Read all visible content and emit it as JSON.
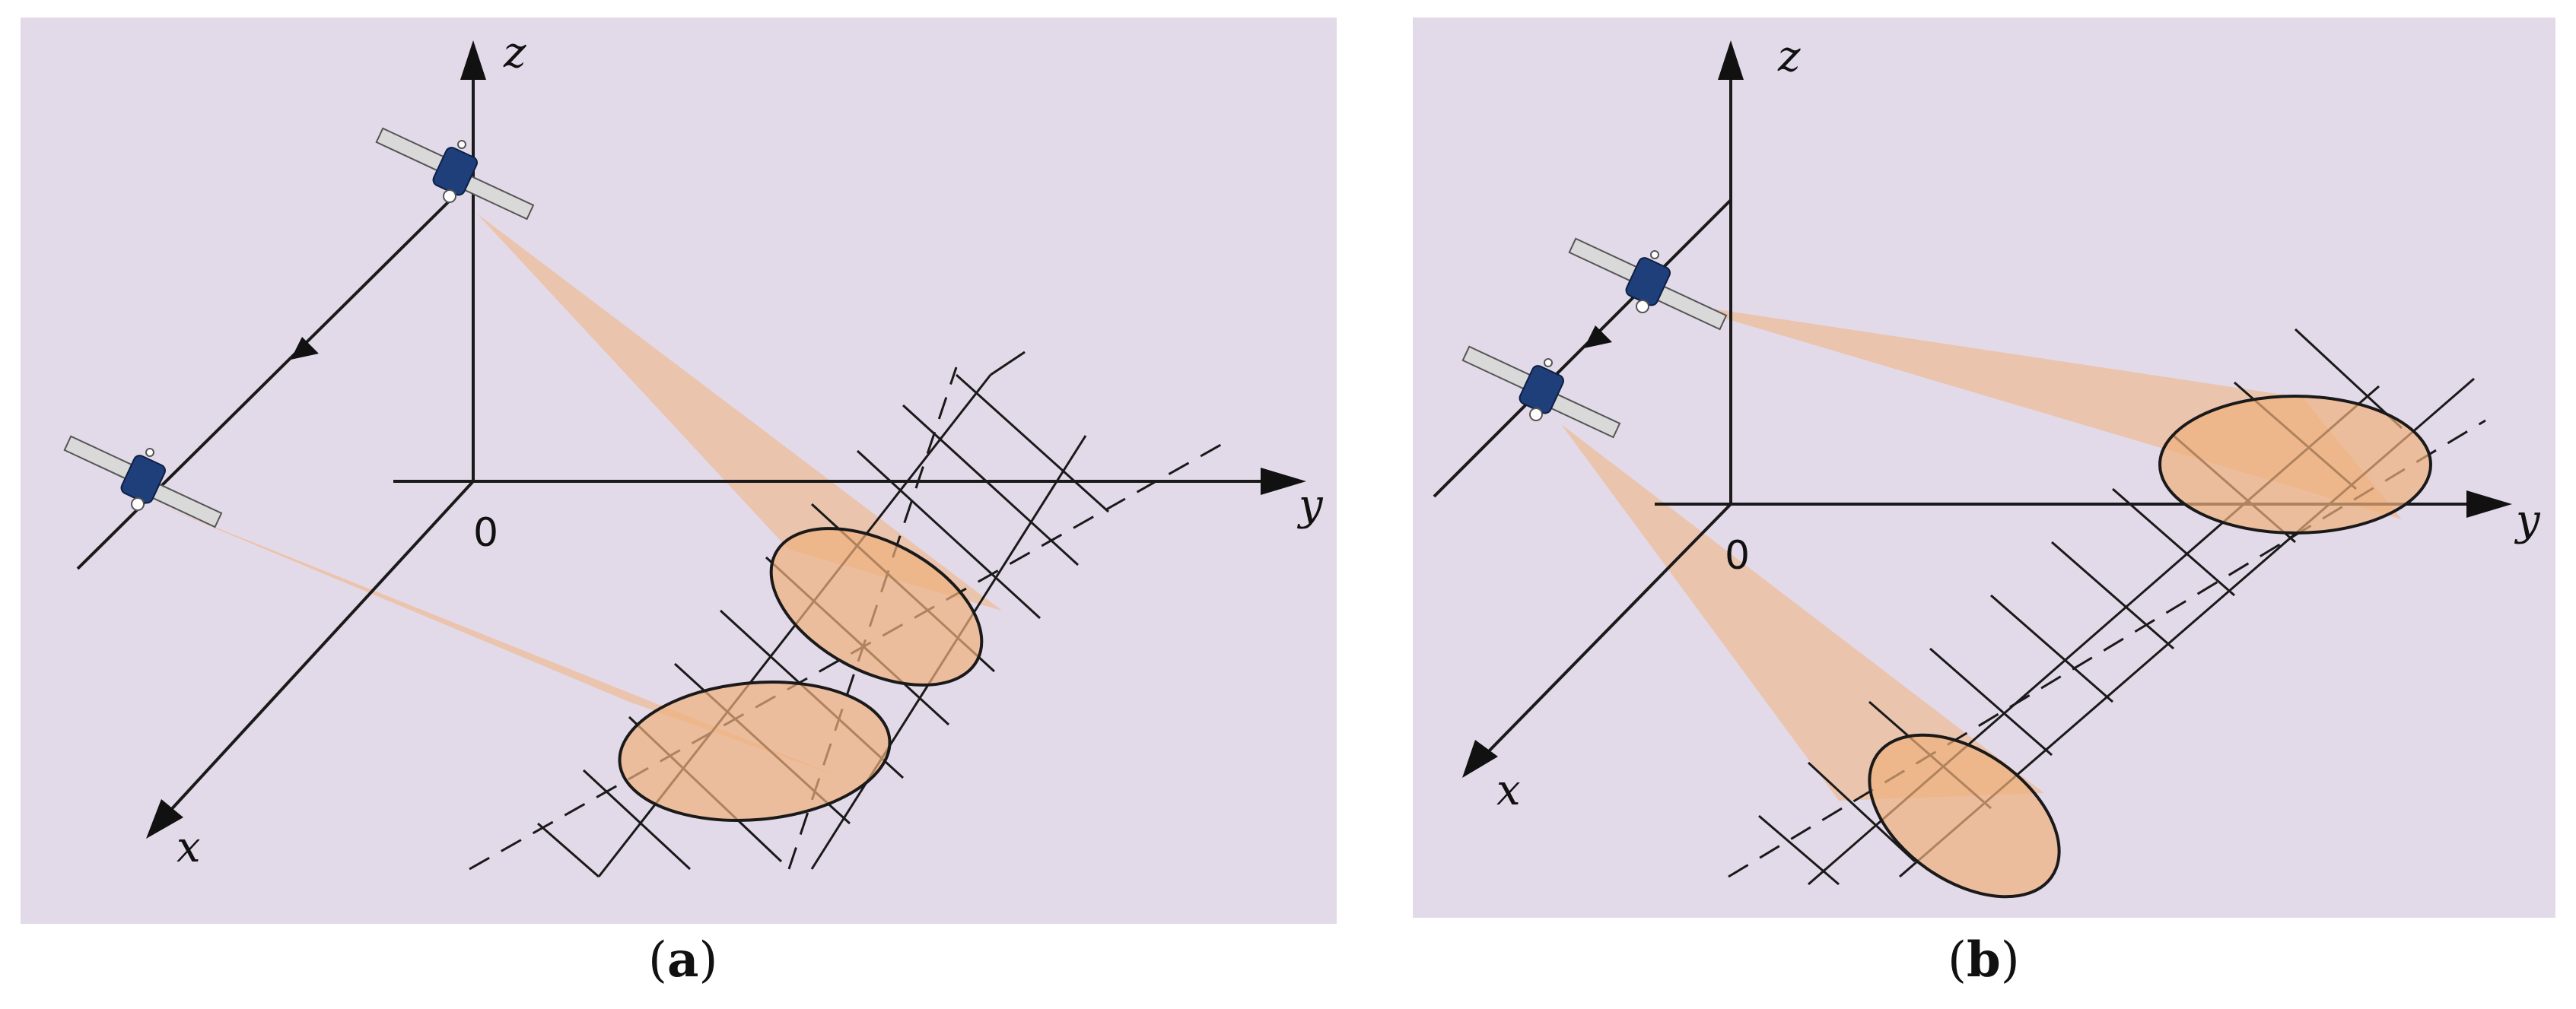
{
  "panel_a": {
    "caption_open": "(",
    "caption_letter": "a",
    "caption_close": ")",
    "axis_x": "x",
    "axis_y": "y",
    "axis_z": "z",
    "origin": "0"
  },
  "panel_b": {
    "caption_open": "(",
    "caption_letter": "b",
    "caption_close": ")",
    "axis_x": "x",
    "axis_y": "y",
    "axis_z": "z",
    "origin": "0"
  },
  "colors": {
    "background": "#e3dae9",
    "beam": "#f2b27e",
    "spot": "#efb07c",
    "satellite_body": "#1f3f7a"
  },
  "icons": [
    "satellite-icon"
  ]
}
